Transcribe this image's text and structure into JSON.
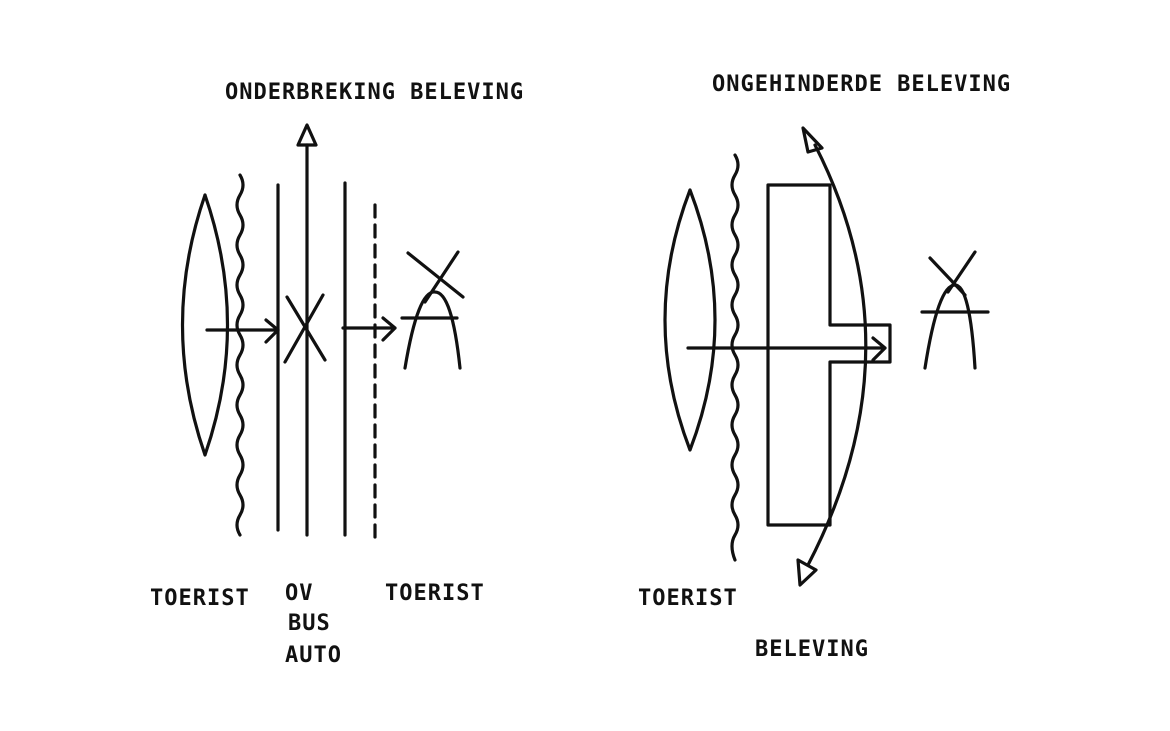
{
  "left_diagram": {
    "title": "ONDERBREKING BELEVING",
    "label_left": "TOERIST",
    "label_middle": [
      "OV",
      "BUS",
      "AUTO"
    ],
    "label_right": "TOERIST"
  },
  "right_diagram": {
    "title": "ONGEHINDERDE BELEVING",
    "label_left": "TOERIST",
    "label_bottom": "BELEVING"
  },
  "colors": {
    "ink": "#111111",
    "paper": "#ffffff"
  }
}
